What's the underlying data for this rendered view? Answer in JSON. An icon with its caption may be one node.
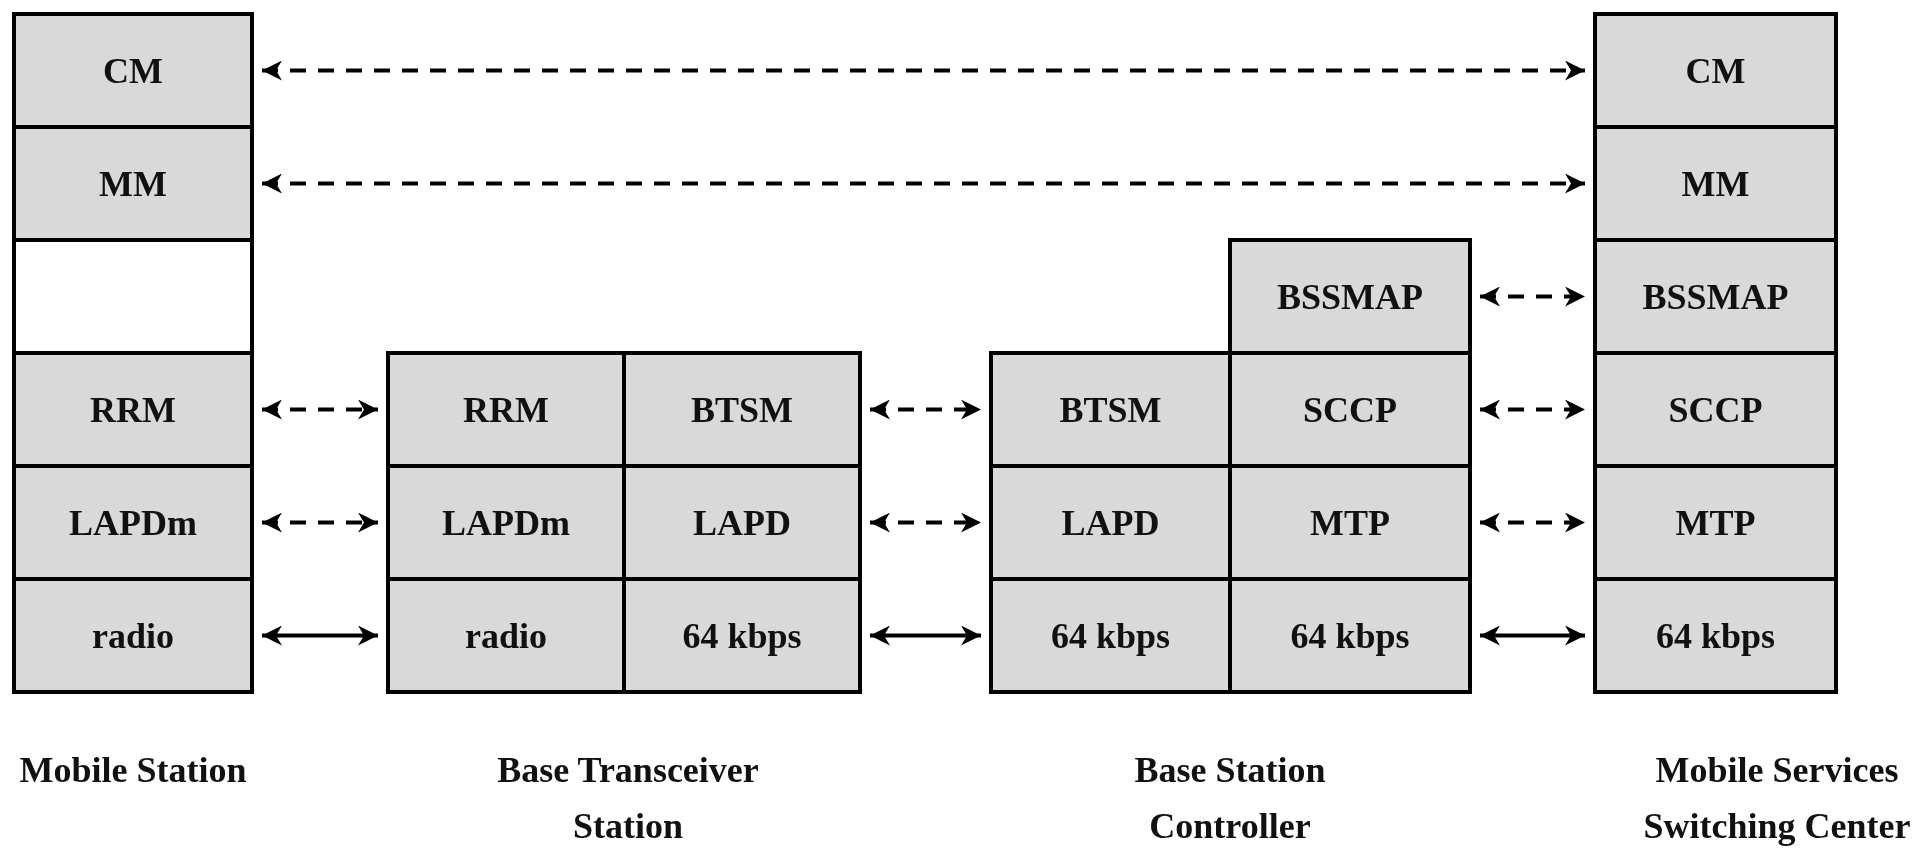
{
  "diagram": {
    "nodes": [
      {
        "text": [
          "CM"
        ]
      },
      {
        "text": [
          "MM"
        ]
      },
      {
        "text": [],
        "shape": "box"
      },
      {
        "text": [
          "RRM"
        ]
      },
      {
        "text": [
          "LAPDm"
        ]
      },
      {
        "text": [
          "radio"
        ]
      },
      {
        "text": [
          "RRM"
        ]
      },
      {
        "text": [
          "BTSM"
        ]
      },
      {
        "text": [
          "LAPDm"
        ]
      },
      {
        "text": [
          "LAPD"
        ]
      },
      {
        "text": [
          "radio"
        ]
      },
      {
        "text": [
          "64 kbps"
        ]
      },
      {
        "text": [
          "BSSMAP"
        ]
      },
      {
        "text": [
          "BTSM"
        ]
      },
      {
        "text": [
          "SCCP"
        ]
      },
      {
        "text": [
          "LAPD"
        ]
      },
      {
        "text": [
          "MTP"
        ]
      },
      {
        "text": [
          "64 kbps"
        ]
      },
      {
        "text": [
          "64 kbps"
        ]
      },
      {
        "text": [
          "CM"
        ]
      },
      {
        "text": [
          "MM"
        ]
      },
      {
        "text": [
          "BSSMAP"
        ]
      },
      {
        "text": [
          "SCCP"
        ]
      },
      {
        "text": [
          "MTP"
        ]
      },
      {
        "text": [
          "64 kbps"
        ]
      }
    ],
    "edges": [
      {
        "from": 0,
        "to": 19,
        "arrow": "both",
        "style": "dashed"
      },
      {
        "from": 1,
        "to": 20,
        "arrow": "both",
        "style": "dashed"
      },
      {
        "from": 3,
        "to": 6,
        "arrow": "both",
        "style": "dashed"
      },
      {
        "from": 4,
        "to": 8,
        "arrow": "both",
        "style": "dashed"
      },
      {
        "from": 5,
        "to": 10,
        "arrow": "both"
      },
      {
        "from": 7,
        "to": 13,
        "arrow": "both",
        "style": "dashed"
      },
      {
        "from": 9,
        "to": 15,
        "arrow": "both",
        "style": "dashed"
      },
      {
        "from": 11,
        "to": 17,
        "arrow": "both"
      },
      {
        "from": 12,
        "to": 21,
        "arrow": "both",
        "style": "dashed"
      },
      {
        "from": 14,
        "to": 22,
        "arrow": "both",
        "style": "dashed"
      },
      {
        "from": 16,
        "to": 23,
        "arrow": "both",
        "style": "dashed"
      },
      {
        "from": 18,
        "to": 24,
        "arrow": "both"
      }
    ],
    "labels": [
      "Mobile Station",
      "Base Transceiver Station",
      "Base Station Controller",
      "Mobile Services Switching Center"
    ]
  }
}
